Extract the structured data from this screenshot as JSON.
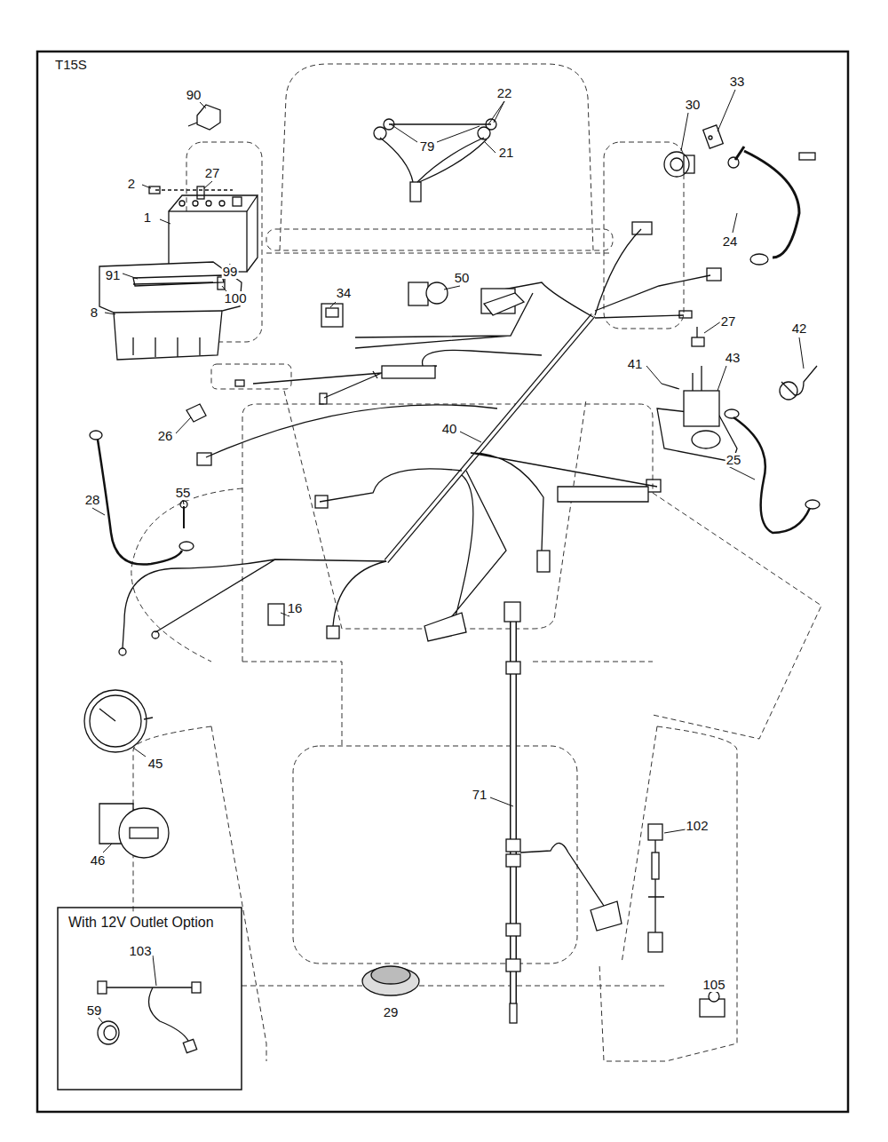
{
  "diagram": {
    "title": "T15S",
    "nodes": [
      {
        "text": [
          "With 12V Outlet Option"
        ]
      }
    ],
    "labels": [
      "90",
      "22",
      "30",
      "33",
      "27",
      "2",
      "79",
      "21",
      "1",
      "24",
      "91",
      "99",
      "50",
      "100",
      "8",
      "34",
      "27",
      "42",
      "43",
      "41",
      "26",
      "40",
      "25",
      "28",
      "55",
      "16",
      "45",
      "71",
      "102",
      "46",
      "29",
      "105",
      "103",
      "59"
    ]
  }
}
